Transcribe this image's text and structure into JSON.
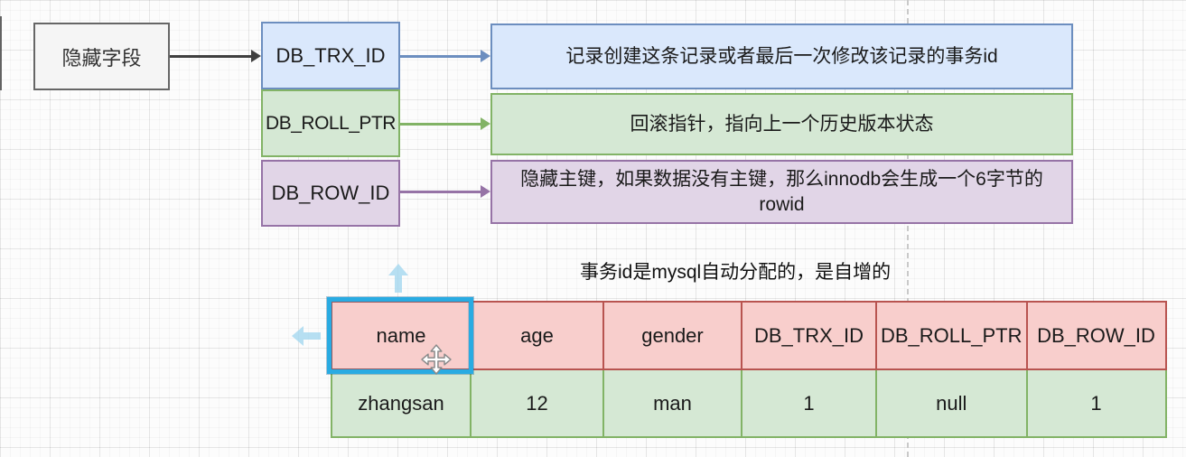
{
  "diagram": {
    "root": {
      "label": "隐藏字段"
    },
    "fields": [
      {
        "label": "DB_TRX_ID",
        "description": "记录创建这条记录或者最后一次修改该记录的事务id"
      },
      {
        "label": "DB_ROLL_PTR",
        "description": "回滚指针，指向上一个历史版本状态"
      },
      {
        "label": "DB_ROW_ID",
        "description": "隐藏主键，如果数据没有主键，那么innodb会生成一个6字节的rowid"
      }
    ],
    "note": "事务id是mysql自动分配的，是自增的"
  },
  "table": {
    "headers": [
      "name",
      "age",
      "gender",
      "DB_TRX_ID",
      "DB_ROLL_PTR",
      "DB_ROW_ID"
    ],
    "rows": [
      [
        "zhangsan",
        "12",
        "man",
        "1",
        "null",
        "1"
      ]
    ],
    "selected_header": "name"
  },
  "colors": {
    "blue_fill": "#dae8fc",
    "blue_stroke": "#6c8ebf",
    "green_fill": "#d5e8d4",
    "green_stroke": "#82b366",
    "purple_fill": "#e1d5e7",
    "purple_stroke": "#9673a6",
    "pink_fill": "#f8cecc",
    "pink_stroke": "#b85450",
    "gray_fill": "#f5f5f5",
    "gray_stroke": "#666666",
    "connector_gray": "#3f3f3f",
    "selection_highlight": "#29abe2",
    "hover_arrow_blue": "#a5d8f0",
    "grid_line": "#e8e8e8",
    "page_boundary": "#c9c9c9"
  }
}
